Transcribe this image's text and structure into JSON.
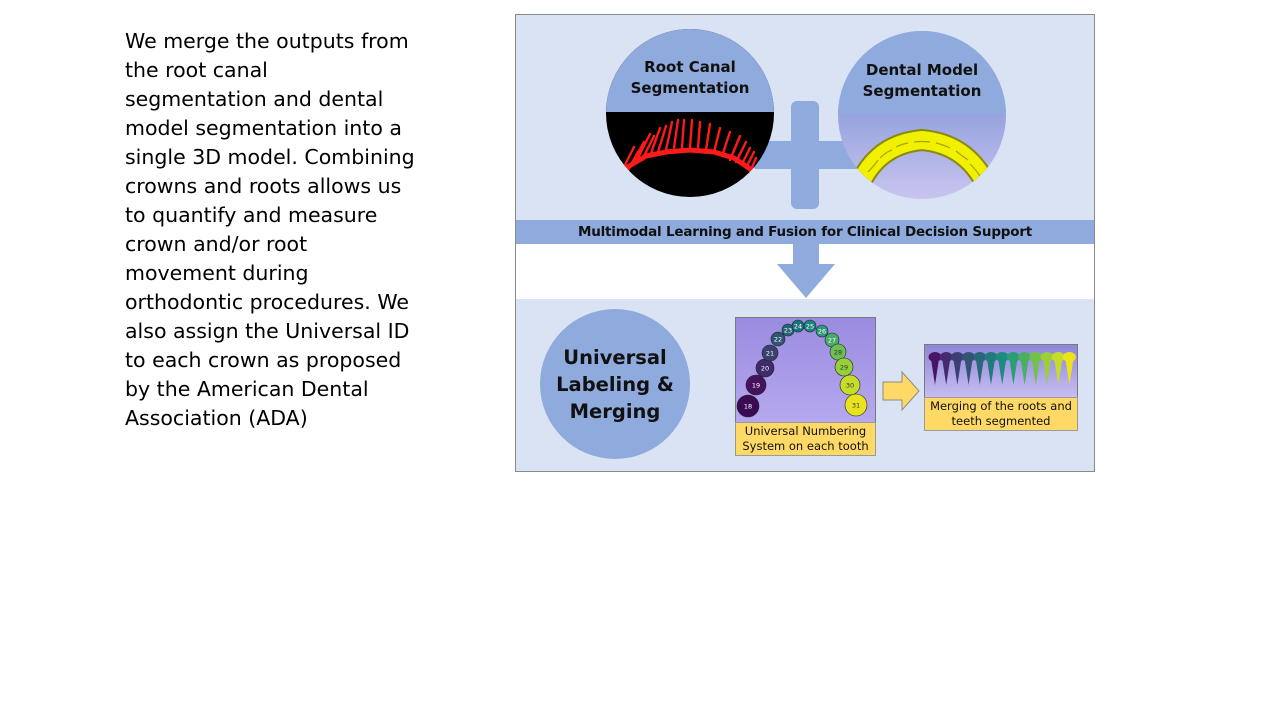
{
  "body_text": "We merge the outputs from the root canal segmentation and dental model segmentation into a single 3D model. Combining crowns and roots allows us to quantify and measure crown and/or root movement during orthodontic procedures. We also assign the Universal ID to each crown as proposed by the American Dental Association (ADA)",
  "figure": {
    "root_canal_label": "Root Canal Segmentation",
    "dental_model_label": "Dental Model Segmentation",
    "banner": "Multimodal Learning and Fusion for Clinical Decision Support",
    "labeling_label": "Universal Labeling & Merging",
    "numbering_caption": "Universal Numbering System on each tooth",
    "merging_caption": "Merging of the roots and teeth segmented",
    "tooth_numbers": [
      "18",
      "19",
      "20",
      "21",
      "22",
      "23",
      "24",
      "25",
      "26",
      "27",
      "28",
      "29",
      "30",
      "31"
    ],
    "colors": {
      "panel": "#dae3f3",
      "accent": "#8faadc",
      "caption": "#ffd966",
      "roots": "#ff1a1a",
      "crowns": "#f0f000"
    }
  }
}
